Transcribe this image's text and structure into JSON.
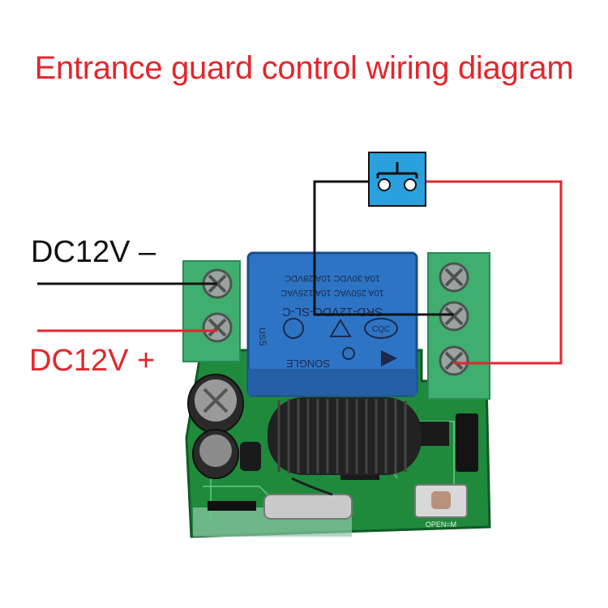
{
  "title": "Entrance guard control wiring diagram",
  "labels": {
    "dc_negative": "DC12V –",
    "dc_positive": "DC12V +"
  },
  "relay": {
    "model": "SRD-12VDC-SL-C",
    "rating_1": "10A 250VAC  10A 125VAC",
    "rating_2": "10A 30VDC   10A 28VDC",
    "brand": "SONGLE",
    "mark_us": "US",
    "mark_cqc": "CQC",
    "mark_5": "5"
  },
  "board": {
    "button_label": "OPEN=M"
  },
  "colors": {
    "title": "#e3262c",
    "wire_red": "#e3262c",
    "wire_black": "#111111",
    "relay_blue": "#2d74c4",
    "terminal_green": "#3fae6f",
    "pcb_green": "#1f8a3c",
    "switch_box": "#2aa0dc"
  },
  "icons": {
    "switch": "push-button-switch-icon",
    "screw": "screw-terminal-icon"
  }
}
